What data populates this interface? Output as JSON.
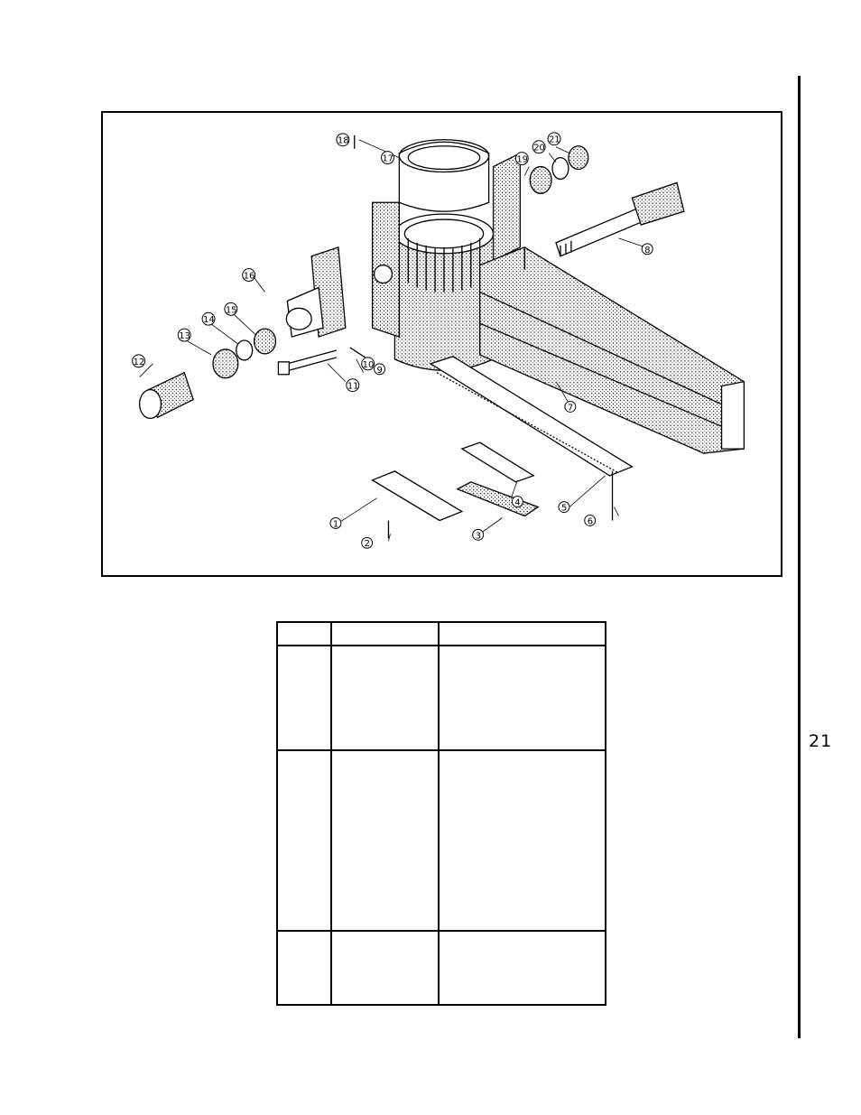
{
  "page": {
    "number": "21"
  },
  "figure": {
    "callouts": [
      "1",
      "2",
      "3",
      "4",
      "5",
      "6",
      "7",
      "8",
      "9",
      "10",
      "11",
      "12",
      "13",
      "14",
      "15",
      "16",
      "17",
      "18",
      "19",
      "20",
      "21"
    ],
    "ink_color": "#000000",
    "paper_color": "#ffffff"
  },
  "parts_table": {
    "header": [
      "",
      "",
      ""
    ],
    "rows": [
      [
        "",
        "",
        ""
      ],
      [
        "",
        "",
        ""
      ],
      [
        "",
        "",
        ""
      ]
    ]
  }
}
